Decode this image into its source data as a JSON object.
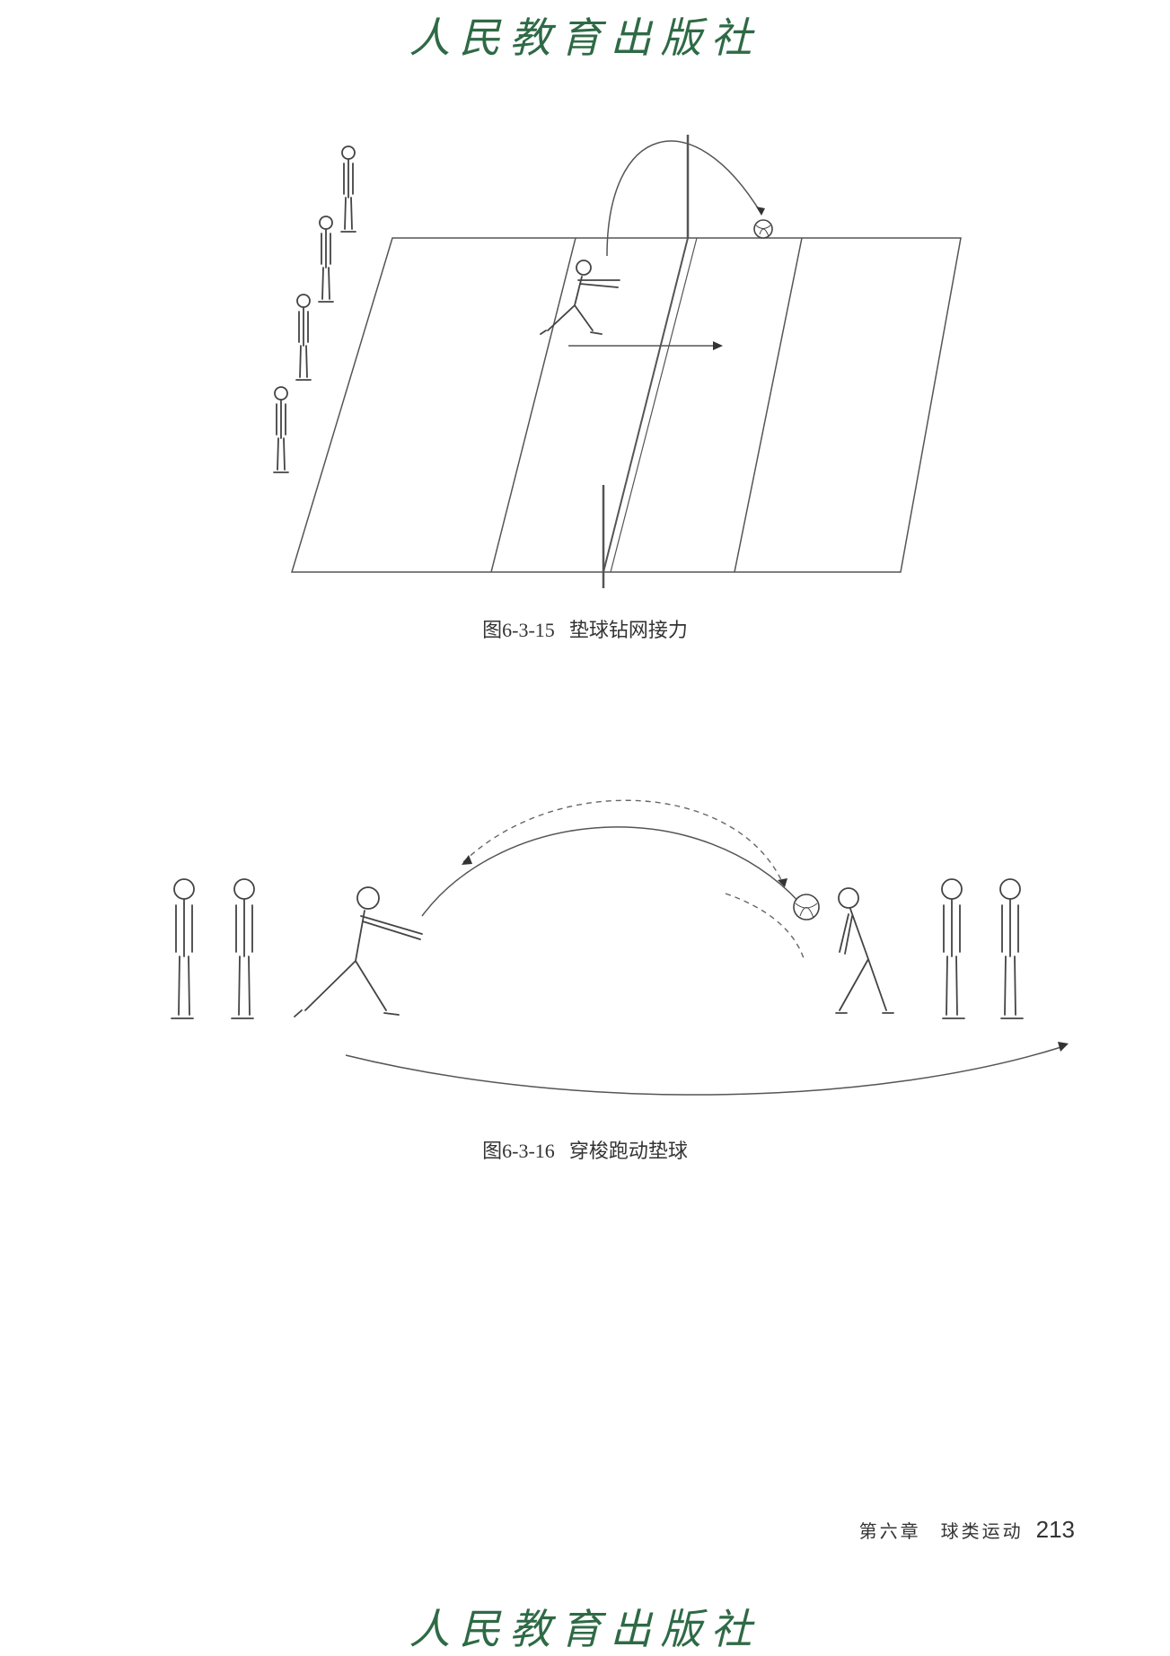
{
  "publisher": "人民教育出版社",
  "figures": [
    {
      "number": "图6-3-15",
      "title": "垫球钻网接力"
    },
    {
      "number": "图6-3-16",
      "title": "穿梭跑动垫球"
    }
  ],
  "footer": {
    "chapter": "第六章",
    "section": "球类运动",
    "page": "213"
  }
}
